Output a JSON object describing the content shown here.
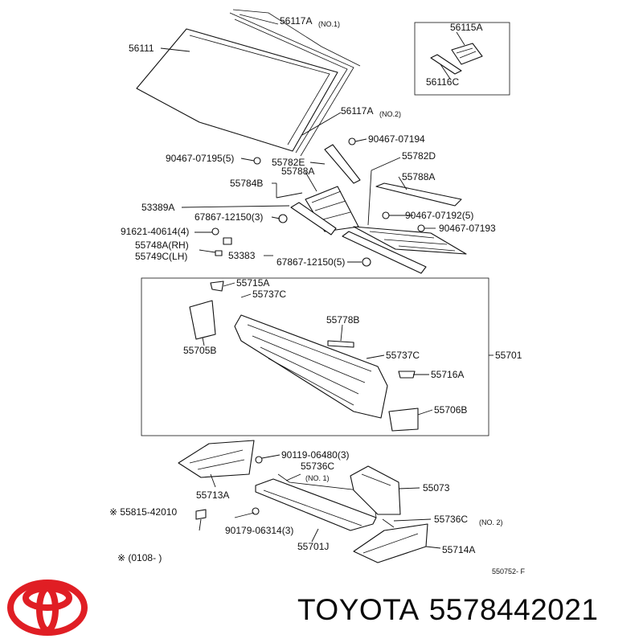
{
  "brand": {
    "name": "TOYOTA",
    "part_number": "5578442021",
    "logo_color": "#e01e24"
  },
  "diagram": {
    "code": "550752- F",
    "footnote": "※ (0108-        )",
    "note_marker": "※ 55815-42010",
    "labels": {
      "l56111": "56111",
      "l56117a1": "56117A",
      "l56117a1_s": "(NO.1)",
      "l56117a2": "56117A",
      "l56117a2_s": "(NO.2)",
      "l56115a": "56115A",
      "l56116c": "56116C",
      "l90467_07195": "90467-07195(5)",
      "l90467_07194": "90467-07194",
      "l55782e": "55782E",
      "l55782d": "55782D",
      "l55788a_l": "55788A",
      "l55788a_r": "55788A",
      "l55784b": "55784B",
      "l53389a": "53389A",
      "l67867_12150_3": "67867-12150(3)",
      "l90467_07192": "90467-07192(5)",
      "l91621": "91621-40614(4)",
      "l90467_07193": "90467-07193",
      "l55748a": "55748A(RH)",
      "l55749c": "55749C(LH)",
      "l53383": "53383",
      "l67867_12150_5": "67867-12150(5)",
      "l55715a": "55715A",
      "l55737c_1": "55737C",
      "l55778b": "55778B",
      "l55705b": "55705B",
      "l55737c_2": "55737C",
      "l55701": "55701",
      "l55716a": "55716A",
      "l55706b": "55706B",
      "l90119": "90119-06480(3)",
      "l55736c_1": "55736C",
      "l55736c_1_s": "(NO. 1)",
      "l55713a": "55713A",
      "l55073": "55073",
      "l55736c_2": "55736C",
      "l55736c_2_s": "(NO. 2)",
      "l90179": "90179-06314(3)",
      "l55701j": "55701J",
      "l55714a": "55714A"
    }
  }
}
